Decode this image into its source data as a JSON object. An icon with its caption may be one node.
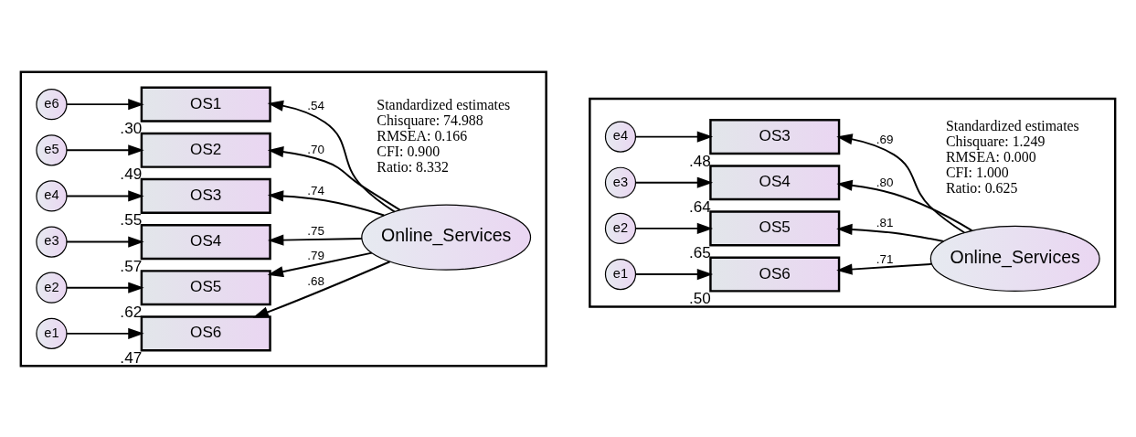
{
  "diagram": {
    "nodes": [
      {
        "text": [],
        "shape": "box",
        "beside": [
          "Standardized estimates",
          "Chisquare: 74.988",
          "RMSEA: 0.166",
          "CFI: 0.900",
          "Ratio: 8.332"
        ]
      },
      {
        "text": [
          "Online_Services"
        ],
        "in": 0
      },
      {
        "text": [
          "OS1"
        ],
        "in": 0,
        "beside": [
          ".30"
        ]
      },
      {
        "text": [
          "OS2"
        ],
        "in": 0,
        "beside": [
          ".49"
        ]
      },
      {
        "text": [
          "OS3"
        ],
        "in": 0,
        "beside": [
          ".55"
        ]
      },
      {
        "text": [
          "OS4"
        ],
        "in": 0,
        "beside": [
          ".57"
        ]
      },
      {
        "text": [
          "OS5"
        ],
        "in": 0,
        "beside": [
          ".62"
        ]
      },
      {
        "text": [
          "OS6"
        ],
        "in": 0,
        "beside": [
          ".47"
        ]
      },
      {
        "text": [
          "e6"
        ],
        "in": 0
      },
      {
        "text": [
          "e5"
        ],
        "in": 0
      },
      {
        "text": [
          "e4"
        ],
        "in": 0
      },
      {
        "text": [
          "e3"
        ],
        "in": 0
      },
      {
        "text": [
          "e2"
        ],
        "in": 0
      },
      {
        "text": [
          "e1"
        ],
        "in": 0
      },
      {
        "text": [],
        "shape": "box",
        "beside": [
          "Standardized estimates",
          "Chisquare: 1.249",
          "RMSEA: 0.000",
          "CFI: 1.000",
          "Ratio: 0.625"
        ]
      },
      {
        "text": [
          "Online_Services"
        ],
        "in": 14
      },
      {
        "text": [
          "OS3"
        ],
        "in": 14,
        "beside": [
          ".48"
        ]
      },
      {
        "text": [
          "OS4"
        ],
        "in": 14,
        "beside": [
          ".64"
        ]
      },
      {
        "text": [
          "OS5"
        ],
        "in": 14,
        "beside": [
          ".65"
        ]
      },
      {
        "text": [
          "OS6"
        ],
        "in": 14,
        "beside": [
          ".50"
        ]
      },
      {
        "text": [
          "e4"
        ],
        "in": 14
      },
      {
        "text": [
          "e3"
        ],
        "in": 14
      },
      {
        "text": [
          "e2"
        ],
        "in": 14
      },
      {
        "text": [
          "e1"
        ],
        "in": 14
      }
    ],
    "edges": [
      {
        "from": 8,
        "to": 2,
        "arrow": "to"
      },
      {
        "from": 9,
        "to": 3,
        "arrow": "to"
      },
      {
        "from": 10,
        "to": 4,
        "arrow": "to"
      },
      {
        "from": 11,
        "to": 5,
        "arrow": "to"
      },
      {
        "from": 12,
        "to": 6,
        "arrow": "to"
      },
      {
        "from": 13,
        "to": 7,
        "arrow": "to"
      },
      {
        "from": 1,
        "to": 2,
        "arrow": "to",
        "label": ".54"
      },
      {
        "from": 1,
        "to": 3,
        "arrow": "to",
        "label": ".70"
      },
      {
        "from": 1,
        "to": 4,
        "arrow": "to",
        "label": ".74"
      },
      {
        "from": 1,
        "to": 5,
        "arrow": "to",
        "label": ".75"
      },
      {
        "from": 1,
        "to": 6,
        "arrow": "to",
        "label": ".79"
      },
      {
        "from": 1,
        "to": 7,
        "arrow": "to",
        "label": ".68"
      },
      {
        "from": 20,
        "to": 16,
        "arrow": "to"
      },
      {
        "from": 21,
        "to": 17,
        "arrow": "to"
      },
      {
        "from": 22,
        "to": 18,
        "arrow": "to"
      },
      {
        "from": 23,
        "to": 19,
        "arrow": "to"
      },
      {
        "from": 15,
        "to": 16,
        "arrow": "to",
        "label": ".69"
      },
      {
        "from": 15,
        "to": 17,
        "arrow": "to",
        "label": ".80"
      },
      {
        "from": 15,
        "to": 18,
        "arrow": "to",
        "label": ".81"
      },
      {
        "from": 15,
        "to": 19,
        "arrow": "to",
        "label": ".71"
      }
    ]
  }
}
